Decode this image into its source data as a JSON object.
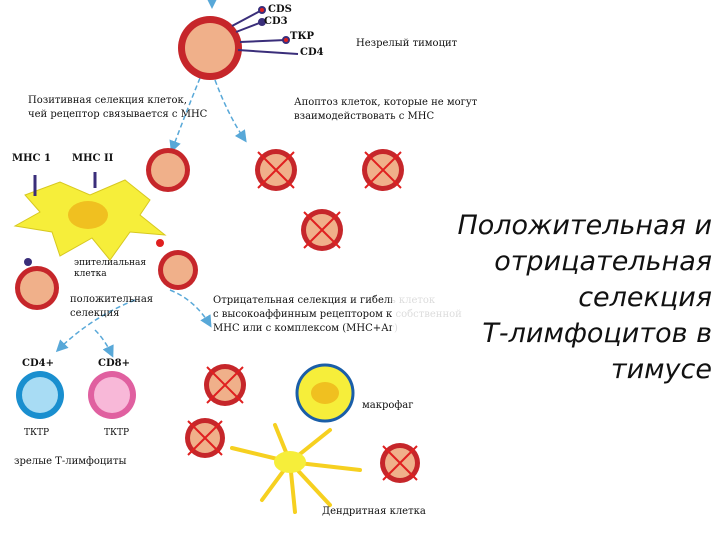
{
  "colors": {
    "cell_outer": "#c6262a",
    "cell_inner": "#f0b08a",
    "cell_border": "#b52024",
    "apc_fill": "#f6ee3a",
    "apc_nucleus": "#f0c020",
    "arrow": "#58a8d8",
    "cross": "#e02020",
    "cd4_outer": "#1a8fcf",
    "cd4_inner": "#a8dcf4",
    "cd8_outer": "#e060a0",
    "cd8_inner": "#f8b8d8",
    "receptor": "#3a2e7a"
  },
  "top_cell": {
    "markers": [
      "CDS",
      "CD3",
      "ТКР",
      "CD4"
    ],
    "caption": "Незрелый тимоцит"
  },
  "positive_selection": {
    "caption_line1": "Позитивная селекция клеток,",
    "caption_line2": "чей рецептор связывается с МНС",
    "mhc1": "МНС 1",
    "mhc2": "МНС II",
    "epithelial_line1": "эпителиальная",
    "epithelial_line2": "клетка",
    "result_line1": "положительная",
    "result_line2": "селекция"
  },
  "apoptosis": {
    "caption_line1": "Апоптоз клеток, которые не могут",
    "caption_line2": "взаимодействовать с МНС"
  },
  "negative_selection": {
    "caption_line1": "Отрицательная селекция и гибель клеток",
    "caption_line2": "с высокоаффинным рецептором к собственной",
    "caption_line3": "МНС или с комплексом (МНС+Аг)",
    "macrophage": "макрофаг",
    "dendritic": "Дендритная клетка"
  },
  "mature": {
    "cd4_label": "CD4+",
    "cd8_label": "CD8+",
    "tcr_left": "ТКТР",
    "tcr_right": "ТКТР",
    "caption": "зрелые Т-лимфоциты"
  },
  "title": {
    "line1": "Положительная и",
    "line2": "отрицательная",
    "line3": "селекция",
    "line4": "Т-лимфоцитов в",
    "line5": "тимусе"
  }
}
